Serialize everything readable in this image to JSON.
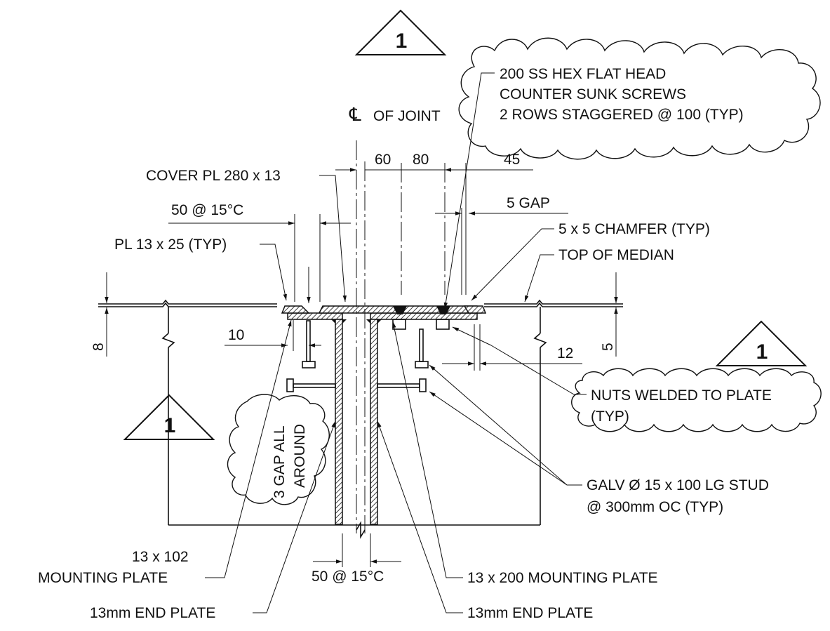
{
  "revision_marks": [
    "1",
    "1",
    "1"
  ],
  "centerline": {
    "symbol": "℄",
    "label": "OF JOINT"
  },
  "screws_note": [
    "200 SS HEX FLAT HEAD",
    "COUNTER SUNK SCREWS",
    "2 ROWS STAGGERED @ 100 (TYP)"
  ],
  "dims": {
    "d60": "60",
    "d80": "80",
    "d45": "45",
    "gap5": "5 GAP",
    "top50": "50 @ 15°C",
    "d10": "10",
    "d8": "8",
    "d5": "5",
    "d12": "12",
    "bottom50": "50 @ 15°C"
  },
  "labels": {
    "cover_pl": "COVER PL 280 x 13",
    "pl13x25": "PL 13 x 25 (TYP)",
    "chamfer": "5 x 5 CHAMFER (TYP)",
    "top_median": "TOP OF MEDIAN",
    "nuts_welded": [
      "NUTS WELDED TO PLATE",
      "(TYP)"
    ],
    "gap_all_around": [
      "3 GAP ALL",
      "AROUND"
    ],
    "galv_stud": [
      "GALV Ø 15 x 100 LG STUD",
      "@ 300mm OC (TYP)"
    ],
    "mounting_102": [
      "13 x 102",
      "MOUNTING PLATE"
    ],
    "mounting_200": "13 x 200 MOUNTING PLATE",
    "end_plate_left": "13mm END PLATE",
    "end_plate_right": "13mm END PLATE"
  }
}
